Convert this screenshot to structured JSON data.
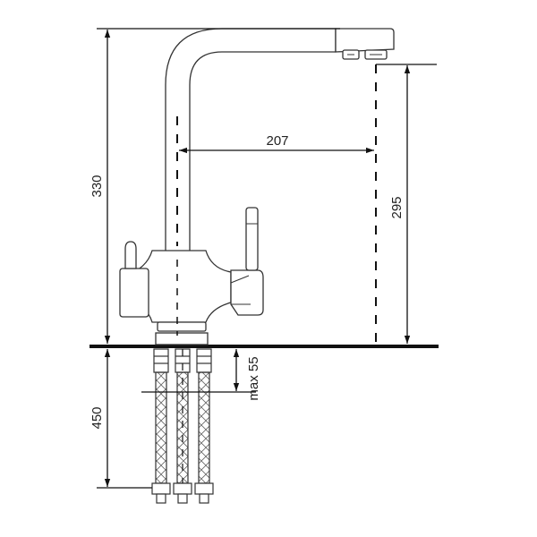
{
  "dimensions": {
    "total_height": "330",
    "spout_reach": "207",
    "spout_clearance": "295",
    "hose_length": "450",
    "max_countertop": "max 55"
  }
}
